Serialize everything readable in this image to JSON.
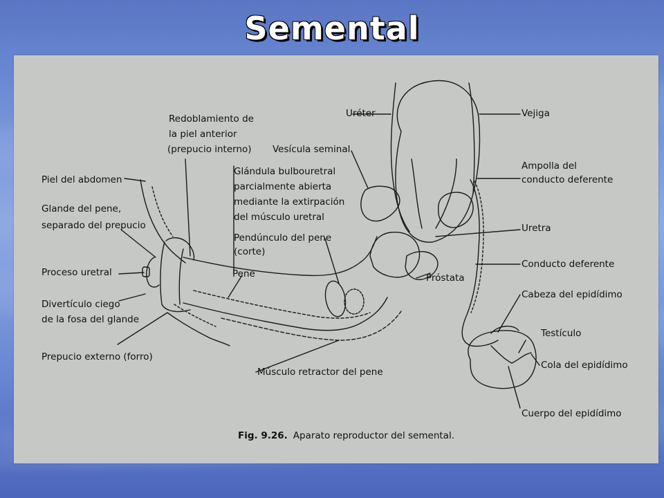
{
  "slide": {
    "title": "Semental"
  },
  "diagram": {
    "caption_number": "Fig. 9.26.",
    "caption_text": "Aparato reproductor del semental.",
    "labels": {
      "redoblamiento_1": "Redoblamiento de",
      "redoblamiento_2": "la piel anterior",
      "redoblamiento_3": "(prepucio interno)",
      "ureter": "Uréter",
      "vejiga": "Vejiga",
      "vesicula_seminal": "Vesícula seminal",
      "piel_abdomen": "Piel del abdomen",
      "glandula_1": "Glándula bulbouretral",
      "glandula_2": "parcialmente abierta",
      "glandula_3": "mediante la extirpación",
      "glandula_4": "del músculo uretral",
      "ampolla_1": "Ampolla del",
      "ampolla_2": "conducto deferente",
      "glande_1": "Glande del pene,",
      "glande_2": "separado del prepucio",
      "uretra": "Uretra",
      "pendunculo_1": "Pendúnculo del pene",
      "pendunculo_2": "(corte)",
      "proceso_uretral": "Proceso uretral",
      "pene": "Pene",
      "conducto_deferente": "Conducto deferente",
      "prostata": "Próstata",
      "cabeza_epididimo": "Cabeza del epidídimo",
      "diverticulo_1": "Divertículo ciego",
      "diverticulo_2": "de la fosa del glande",
      "testiculo": "Testículo",
      "prepucio_externo": "Prepucio externo (forro)",
      "cola_epididimo": "Cola del epidídimo",
      "musculo_retractor": "Músculo retractor del pene",
      "cuerpo_epididimo": "Cuerpo del epidídimo"
    }
  }
}
